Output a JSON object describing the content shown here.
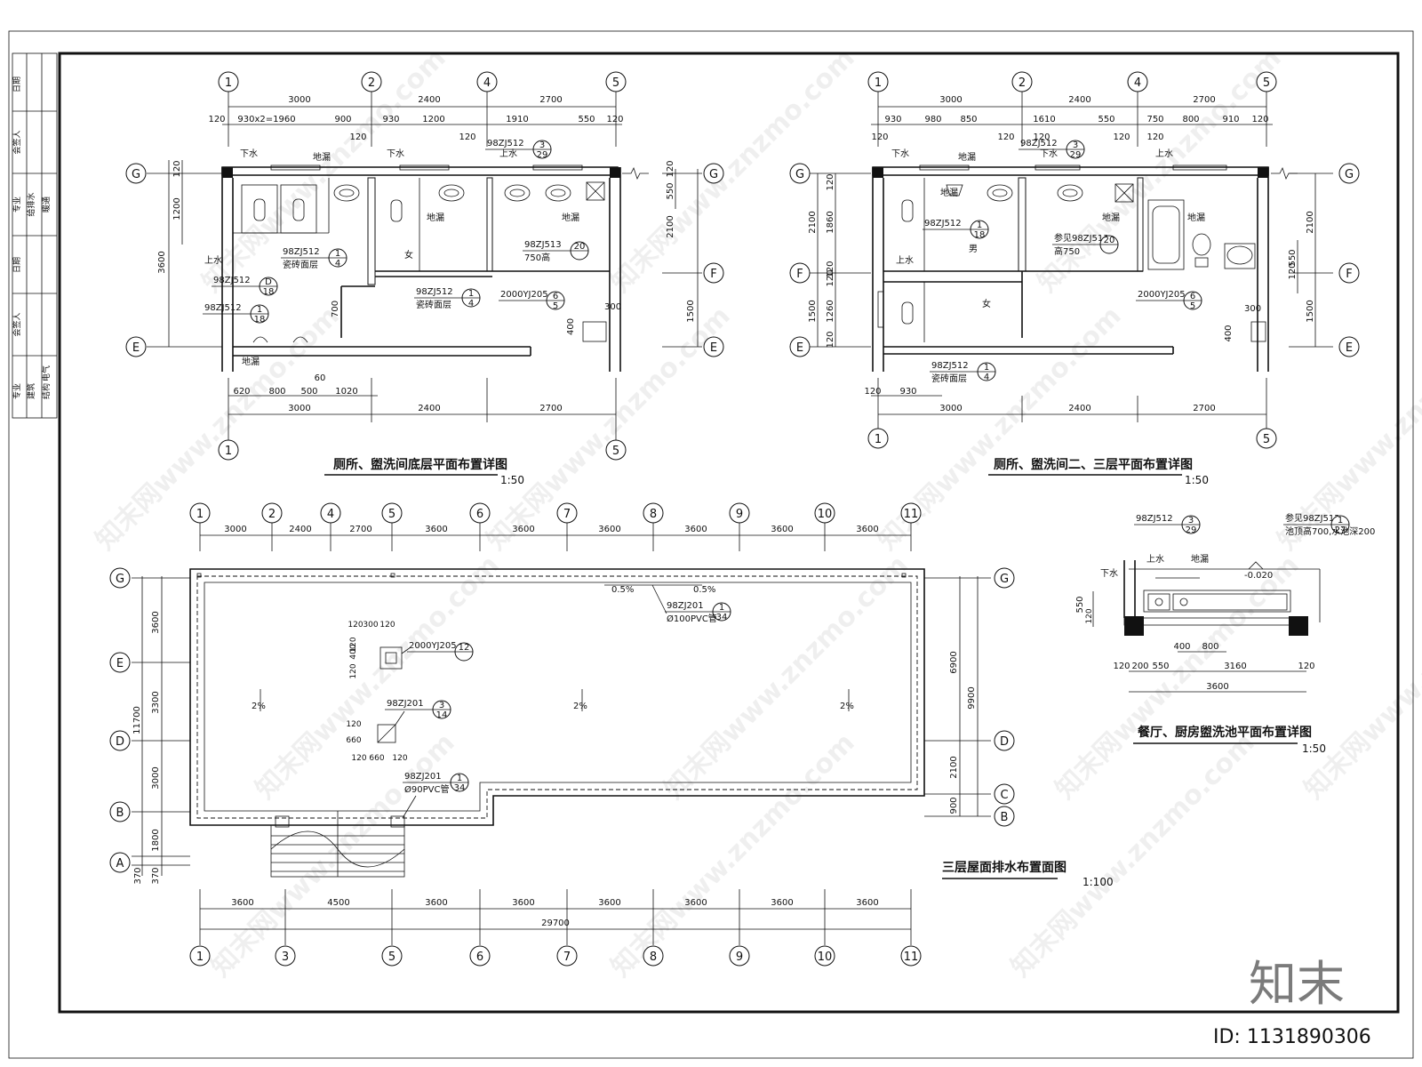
{
  "title_block": [
    "日期",
    "会签人",
    "专业",
    "给排水",
    "暖通",
    "日期",
    "会签人",
    "专业",
    "建筑",
    "结构",
    "电气"
  ],
  "plan1": {
    "title": "厕所、盥洗间底层平面布置详图",
    "scale": "1:50",
    "axes_top": [
      "1",
      "2",
      "4",
      "5"
    ],
    "axes_bottom": [
      "1",
      "5"
    ],
    "axes_side": [
      "G",
      "F",
      "E"
    ],
    "dims_top1": [
      "3000",
      "2400",
      "2700"
    ],
    "dims_top2": [
      "120",
      "930x2=1960",
      "900",
      "930",
      "1200",
      "1910",
      "550",
      "120",
      "120",
      "120"
    ],
    "dims_bottom1": [
      "620",
      "800",
      "500",
      "1020",
      "60"
    ],
    "dims_bottom2": [
      "3000",
      "2400",
      "2700"
    ],
    "dims_left": [
      "120",
      "1200",
      "3600"
    ],
    "dims_right": [
      "120",
      "550",
      "2100",
      "1500"
    ],
    "dims_mid": [
      "700",
      "400",
      "300"
    ],
    "labels": [
      "下水",
      "地漏",
      "下水",
      "上水",
      "上水",
      "地漏",
      "地漏",
      "女",
      "地漏"
    ],
    "refs": [
      {
        "code": "98ZJ512",
        "top": "3",
        "bottom": "29"
      },
      {
        "code": "98ZJ512",
        "top": "1",
        "bottom": "4",
        "note": "瓷砖面层"
      },
      {
        "code": "98ZJ512",
        "top": "D",
        "bottom": "18"
      },
      {
        "code": "98ZJ512",
        "top": "1",
        "bottom": "18"
      },
      {
        "code": "98ZJ513",
        "top": "20",
        "bottom": "",
        "note": "750高"
      },
      {
        "code": "98ZJ512",
        "top": "1",
        "bottom": "4",
        "note": "瓷砖面层"
      },
      {
        "code": "2000YJ205",
        "top": "6",
        "bottom": "5"
      }
    ]
  },
  "plan2": {
    "title": "厕所、盥洗间二、三层平面布置详图",
    "scale": "1:50",
    "axes_top": [
      "1",
      "2",
      "4",
      "5"
    ],
    "axes_bottom": [
      "1",
      "5"
    ],
    "axes_side": [
      "G",
      "F",
      "E"
    ],
    "dims_top1": [
      "3000",
      "2400",
      "2700"
    ],
    "dims_top2": [
      "930",
      "980",
      "850",
      "1610",
      "550",
      "750",
      "800",
      "910",
      "120",
      "120",
      "120",
      "120",
      "120",
      "120"
    ],
    "dims_bottom1": [
      "120",
      "930"
    ],
    "dims_bottom2": [
      "3000",
      "2400",
      "2700"
    ],
    "dims_left": [
      "120",
      "1860",
      "2100",
      "120",
      "120",
      "1260",
      "1500",
      "120"
    ],
    "dims_right": [
      "2100",
      "550",
      "120",
      "1500",
      "400",
      "300"
    ],
    "labels": [
      "下水",
      "地漏",
      "下水",
      "上水",
      "上水",
      "地漏",
      "地漏",
      "地漏",
      "男",
      "女"
    ],
    "refs": [
      {
        "code": "98ZJ512",
        "top": "3",
        "bottom": "29"
      },
      {
        "code": "98ZJ512",
        "top": "1",
        "bottom": "18"
      },
      {
        "code": "参见98ZJ513",
        "top": "20",
        "bottom": "",
        "note": "高750"
      },
      {
        "code": "2000YJ205",
        "top": "6",
        "bottom": "5"
      },
      {
        "code": "98ZJ512",
        "top": "1",
        "bottom": "4",
        "note": "瓷砖面层"
      }
    ]
  },
  "plan3": {
    "title": "三层屋面排水布置面图",
    "scale": "1:100",
    "axes_top": [
      "1",
      "2",
      "4",
      "5",
      "6",
      "7",
      "8",
      "9",
      "10",
      "11"
    ],
    "axes_bottom": [
      "1",
      "3",
      "5",
      "6",
      "7",
      "8",
      "9",
      "10",
      "11"
    ],
    "axes_left": [
      "G",
      "E",
      "D",
      "B",
      "A"
    ],
    "axes_right": [
      "G",
      "D",
      "C",
      "B"
    ],
    "dims_top": [
      "3000",
      "2400",
      "2700",
      "3600",
      "3600",
      "3600",
      "3600",
      "3600",
      "3600"
    ],
    "dims_bottom1": [
      "3600",
      "4500",
      "3600",
      "3600",
      "3600",
      "3600",
      "3600",
      "3600"
    ],
    "dims_bottom2": "29700",
    "dims_left": [
      "3600",
      "3300",
      "3000",
      "1800",
      "370",
      "370",
      "11700"
    ],
    "dims_right": [
      "6900",
      "2100",
      "900",
      "9900"
    ],
    "slopes": [
      "0.5%",
      "0.5%",
      "2%",
      "2%",
      "2%"
    ],
    "small_dims": [
      "120",
      "300",
      "120",
      "120",
      "400",
      "120",
      "660",
      "120",
      "120",
      "660",
      "120"
    ],
    "refs": [
      {
        "code": "98ZJ201",
        "top": "1",
        "bottom": "34",
        "note": "Ø100PVC管"
      },
      {
        "code": "2000YJ205",
        "top": "12",
        "bottom": ""
      },
      {
        "code": "98ZJ201",
        "top": "3",
        "bottom": "14"
      },
      {
        "code": "98ZJ201",
        "top": "1",
        "bottom": "34",
        "note": "Ø90PVC管"
      }
    ]
  },
  "plan4": {
    "title": "餐厅、厨房盥洗池平面布置详图",
    "scale": "1:50",
    "labels": [
      "下水",
      "上水",
      "地漏"
    ],
    "refs": [
      {
        "code": "98ZJ512",
        "top": "3",
        "bottom": "29"
      },
      {
        "code": "参见98ZJ512",
        "top": "1",
        "bottom": "27",
        "note": "池顶高700,水池深200"
      }
    ],
    "level": "-0.020",
    "dims_left": [
      "550",
      "120"
    ],
    "dims_bottom1": [
      "400",
      "800"
    ],
    "dims_bottom2": [
      "120",
      "200",
      "550",
      "3160",
      "120"
    ],
    "dims_bottom3": "3600"
  },
  "watermarks": [
    "知末网www.znzmo.com",
    "知末"
  ],
  "logo": "知末",
  "id_text": "ID: 1131890306"
}
